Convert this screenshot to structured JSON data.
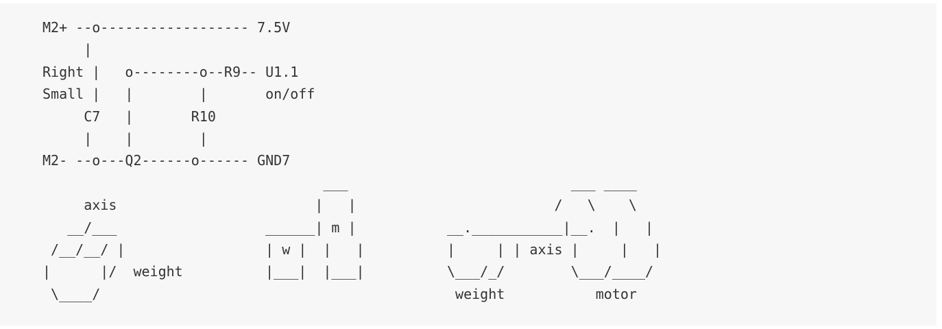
{
  "diagram_lines": [
    "M2+ --o------------------ 7.5V",
    "     |",
    "Right |   o--------o--R9-- U1.1",
    "Small |   |        |       on/off",
    "     C7   |       R10",
    "     |    |        |",
    "M2- --o---Q2------o------ GND7",
    "                                  ___                           ___ ____",
    "     axis                        |   |                        /   \\    \\",
    "   __/___                  ______| m |           __.___________|__.  |   |",
    " /__/__/ |                 | w |  |   |          |     | | axis |     |   |",
    "|      |/  weight          |___|  |___|          \\___/_/        \\___/____/",
    " \\____/                                           weight           motor"
  ]
}
